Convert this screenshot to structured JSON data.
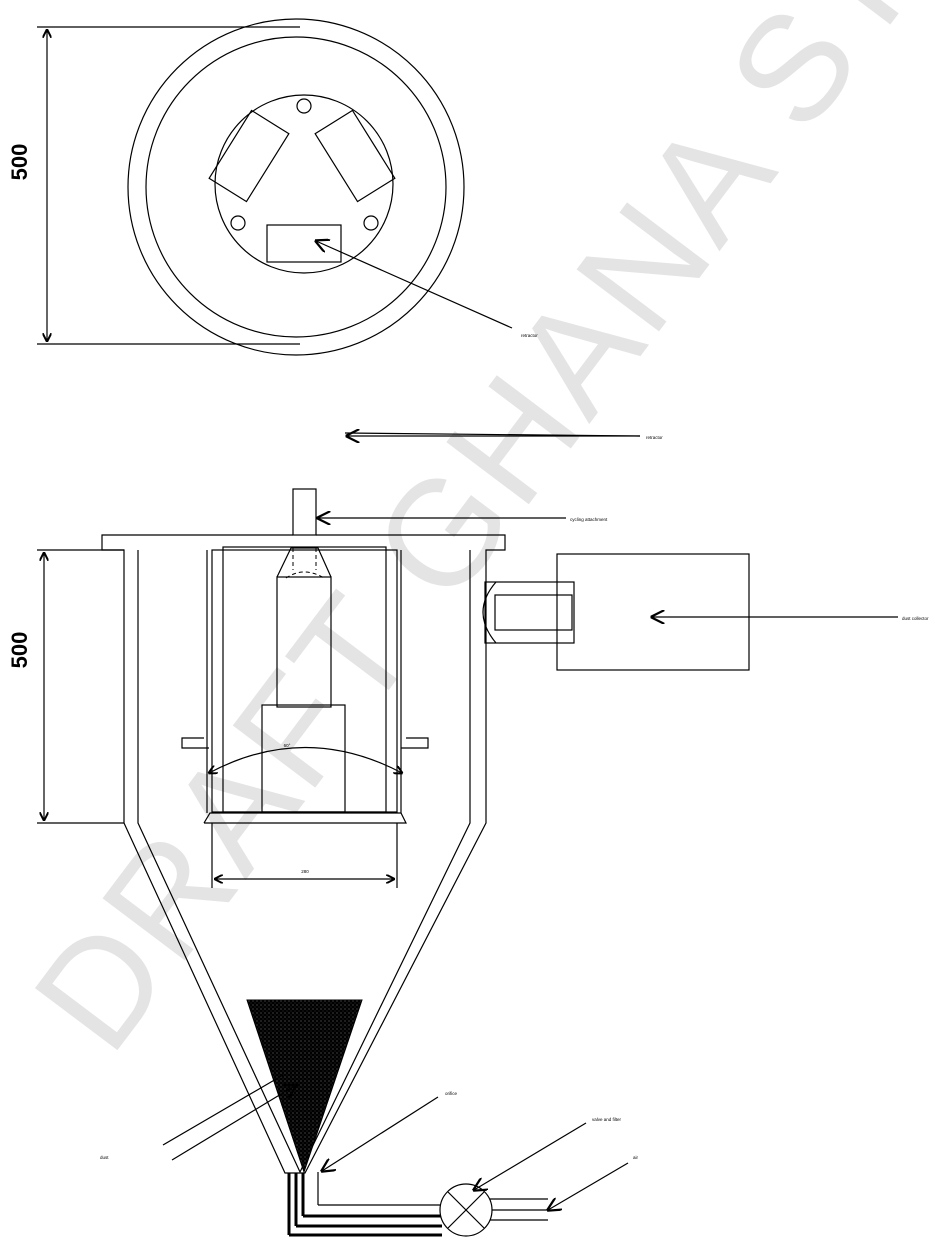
{
  "watermark": "DRAFT GHANA STANDARD",
  "top_view": {
    "dimension": "500",
    "label_retractor": "retractor"
  },
  "side_view": {
    "dimension": "500",
    "label_cycling": "cycling attachment",
    "label_dust_collector": "dust collector",
    "label_retractor": "retractor",
    "inner_width": "280",
    "angle": "60°",
    "label_orifice": "orifice",
    "label_valve": "valve and filter",
    "label_air": "air",
    "label_dust": "dust"
  },
  "colors": {
    "line": "#000000",
    "watermark": "#e4e4e4",
    "background": "#ffffff"
  }
}
